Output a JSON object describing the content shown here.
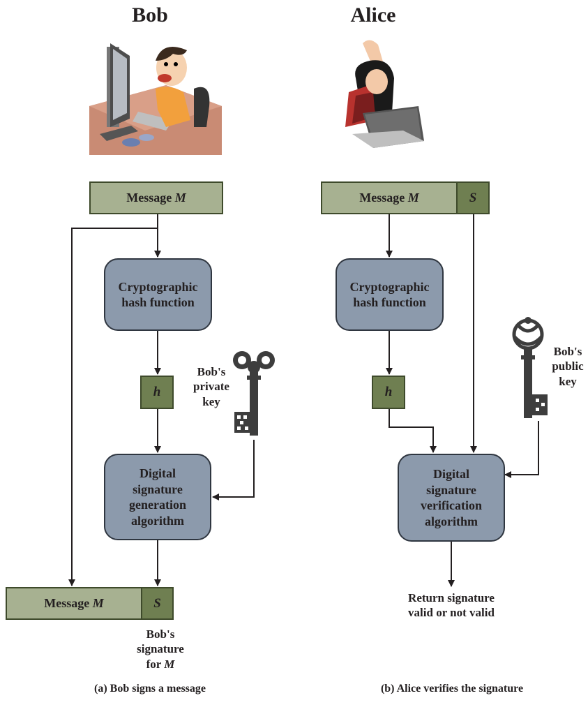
{
  "bob": {
    "title": "Bob",
    "message_label": "Message ",
    "message_var": "M",
    "hash_function": "Cryptographic hash function",
    "hash_value": "h",
    "private_key_label": "Bob's private key",
    "generation": "Digital signature generation algorithm",
    "out_message_label": "Message ",
    "out_message_var": "M",
    "signature": "S",
    "signature_caption_line1": "Bob's signature",
    "signature_caption_for": "for ",
    "signature_caption_var": "M",
    "caption": "(a) Bob signs a message"
  },
  "alice": {
    "title": "Alice",
    "message_label": "Message ",
    "message_var": "M",
    "signature": "S",
    "hash_function": "Cryptographic hash function",
    "hash_value": "h",
    "public_key_label": "Bob's public key",
    "verification": "Digital signature verification algorithm",
    "result": "Return signature valid or not valid",
    "caption": "(b) Alice verifies the signature"
  },
  "colors": {
    "message_fill": "#a7b191",
    "signature_fill": "#6f7f51",
    "process_fill": "#8c9aac",
    "key_color": "#3d3d3d"
  },
  "icons": [
    "person-at-desktop-icon",
    "person-with-laptop-icon",
    "private-key-icon",
    "public-key-icon"
  ]
}
